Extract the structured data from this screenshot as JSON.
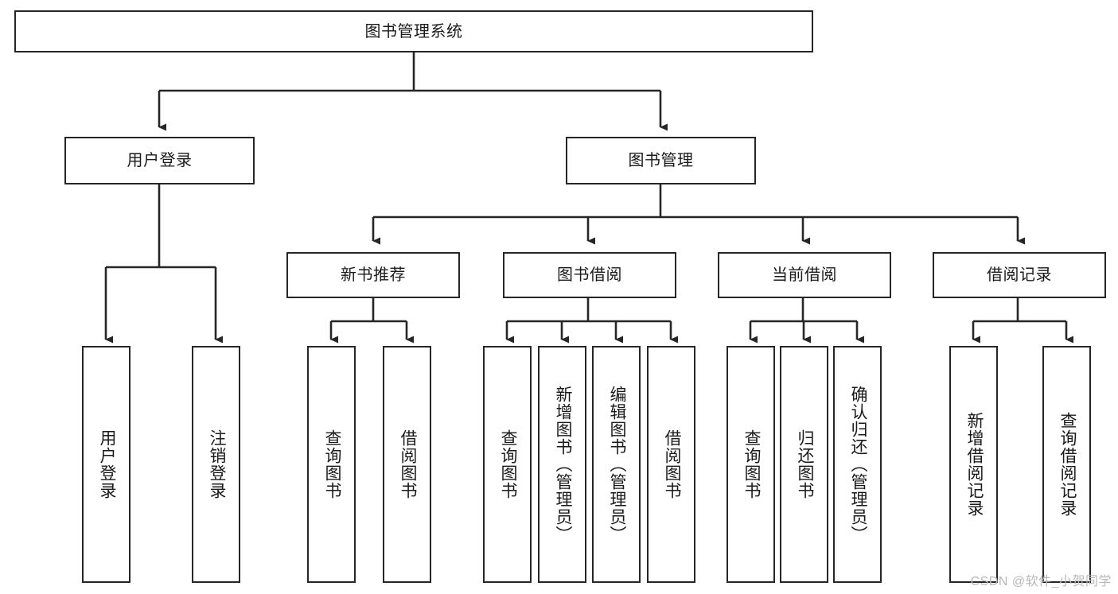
{
  "diagram": {
    "type": "tree-hierarchy",
    "title": "图书管理系统",
    "root": {
      "id": "root",
      "label": "图书管理系统"
    },
    "level1": [
      {
        "id": "user-login",
        "label": "用户登录"
      },
      {
        "id": "book-manage",
        "label": "图书管理"
      }
    ],
    "level2": [
      {
        "id": "new-book-rec",
        "label": "新书推荐",
        "parent": "book-manage"
      },
      {
        "id": "book-borrow",
        "label": "图书借阅",
        "parent": "book-manage"
      },
      {
        "id": "current-borrow",
        "label": "当前借阅",
        "parent": "book-manage"
      },
      {
        "id": "borrow-record",
        "label": "借阅记录",
        "parent": "book-manage"
      }
    ],
    "leaves": [
      {
        "id": "leaf-user-login",
        "label": "用户登录",
        "parent": "user-login"
      },
      {
        "id": "leaf-logout-login",
        "label": "注销登录",
        "parent": "user-login"
      },
      {
        "id": "leaf-query-book-rec",
        "label": "查询图书",
        "parent": "new-book-rec"
      },
      {
        "id": "leaf-borrow-book-rec",
        "label": "借阅图书",
        "parent": "new-book-rec"
      },
      {
        "id": "leaf-query-book-borrow",
        "label": "查询图书",
        "parent": "book-borrow"
      },
      {
        "id": "leaf-add-book",
        "label": "新增图书（管理员）",
        "parent": "book-borrow"
      },
      {
        "id": "leaf-edit-book",
        "label": "编辑图书（管理员）",
        "parent": "book-borrow"
      },
      {
        "id": "leaf-borrow-book",
        "label": "借阅图书",
        "parent": "book-borrow"
      },
      {
        "id": "leaf-query-book-cur",
        "label": "查询图书",
        "parent": "current-borrow"
      },
      {
        "id": "leaf-return-book",
        "label": "归还图书",
        "parent": "current-borrow"
      },
      {
        "id": "leaf-confirm-return",
        "label": "确认归还（管理员）",
        "parent": "current-borrow"
      },
      {
        "id": "leaf-add-record",
        "label": "新增借阅记录",
        "parent": "borrow-record"
      },
      {
        "id": "leaf-query-record",
        "label": "查询借阅记录",
        "parent": "borrow-record"
      }
    ],
    "watermark": "CSDN @软件_小贺同学",
    "colors": {
      "stroke": "#262626",
      "fill": "#ffffff",
      "text": "#1a1a1a",
      "watermark": "#b8b8b8"
    }
  }
}
